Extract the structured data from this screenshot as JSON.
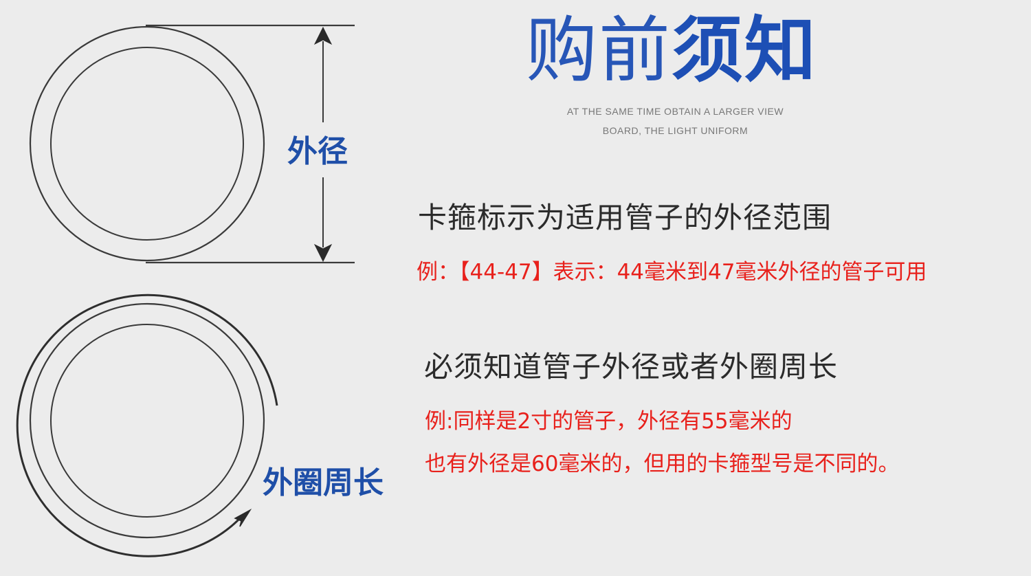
{
  "title": {
    "light": "购前",
    "bold": "须知"
  },
  "subtitle": {
    "line1": "AT THE SAME TIME OBTAIN A LARGER VIEW",
    "line2": "BOARD, THE LIGHT UNIFORM"
  },
  "diagram_top": {
    "label": "外径"
  },
  "diagram_bottom": {
    "label": "外圈周长"
  },
  "section1": {
    "heading": "卡箍标示为适用管子的外径范围",
    "example": "例：【44-47】表示：44毫米到47毫米外径的管子可用"
  },
  "section2": {
    "heading": "必须知道管子外径或者外圈周长",
    "example_line1": "例:同样是2寸的管子，外径有55毫米的",
    "example_line2": "也有外径是60毫米的，但用的卡箍型号是不同的。"
  },
  "colors": {
    "title_blue": "#1d4fb5",
    "label_blue": "#1f4fa8",
    "note_red": "#e8211c",
    "heading_dark": "#2b2b2b",
    "background": "#ececec"
  }
}
